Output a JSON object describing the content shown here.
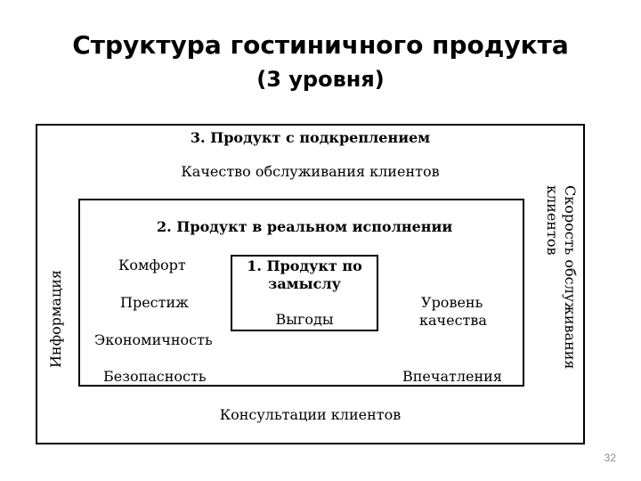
{
  "slide": {
    "title": "Структура гостиничного продукта",
    "subtitle": "(3 уровня)",
    "page_number": "32"
  },
  "diagram": {
    "level3": {
      "heading": "3. Продукт с подкреплением",
      "top_item": "Качество обслуживания клиентов",
      "bottom_item": "Консультации клиентов",
      "left_item": "Информация",
      "right_item_line1": "Скорость обслуживания",
      "right_item_line2": "клиентов"
    },
    "level2": {
      "heading": "2. Продукт в реальном исполнении",
      "left_items": [
        "Комфорт",
        "Престиж",
        "Экономичность",
        "Безопасность"
      ],
      "right_items": [
        "Уровень",
        "качества",
        "Впечатления"
      ]
    },
    "level1": {
      "heading_line1": "1. Продукт по",
      "heading_line2": "замыслу",
      "item": "Выгоды"
    }
  }
}
